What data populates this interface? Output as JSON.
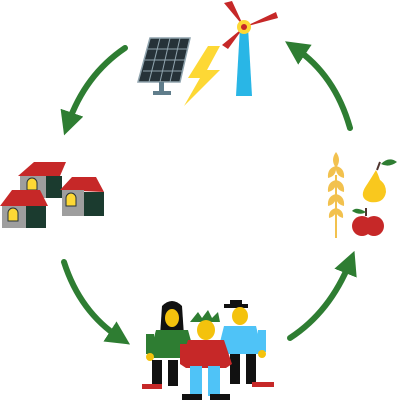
{
  "diagram": {
    "type": "cycle",
    "direction": "counter-clockwise",
    "nodes": [
      {
        "id": "energy",
        "icons": [
          "solar-panel-icon",
          "lightning-bolt-icon",
          "wind-turbine-icon"
        ]
      },
      {
        "id": "housing",
        "icons": [
          "house-icon",
          "house-icon",
          "house-icon"
        ]
      },
      {
        "id": "community",
        "icons": [
          "person-icon",
          "person-icon",
          "person-icon"
        ]
      },
      {
        "id": "food",
        "icons": [
          "wheat-icon",
          "pear-icon",
          "apple-icon"
        ]
      }
    ],
    "edges": [
      {
        "from": "energy",
        "to": "housing"
      },
      {
        "from": "housing",
        "to": "community"
      },
      {
        "from": "community",
        "to": "food"
      },
      {
        "from": "food",
        "to": "energy"
      }
    ]
  },
  "colors": {
    "arrow": "#2e7d32",
    "roof": "#c62828",
    "wall": "#9e9e9e",
    "door": "#1b3b2f",
    "window": "#fdd835",
    "turbine_tower": "#29b6e6",
    "turbine_blade": "#c62828",
    "bolt": "#fdd835",
    "panel": "#263238",
    "wheat": "#f2c14e",
    "pear": "#f9c81e",
    "apple": "#c62828",
    "skin": "#f4c20d",
    "shirt_green": "#2e7d32",
    "shirt_red": "#c62828",
    "shirt_blue": "#4fc3f7",
    "pants_dark": "#111111",
    "pants_blue": "#4fc3f7"
  }
}
